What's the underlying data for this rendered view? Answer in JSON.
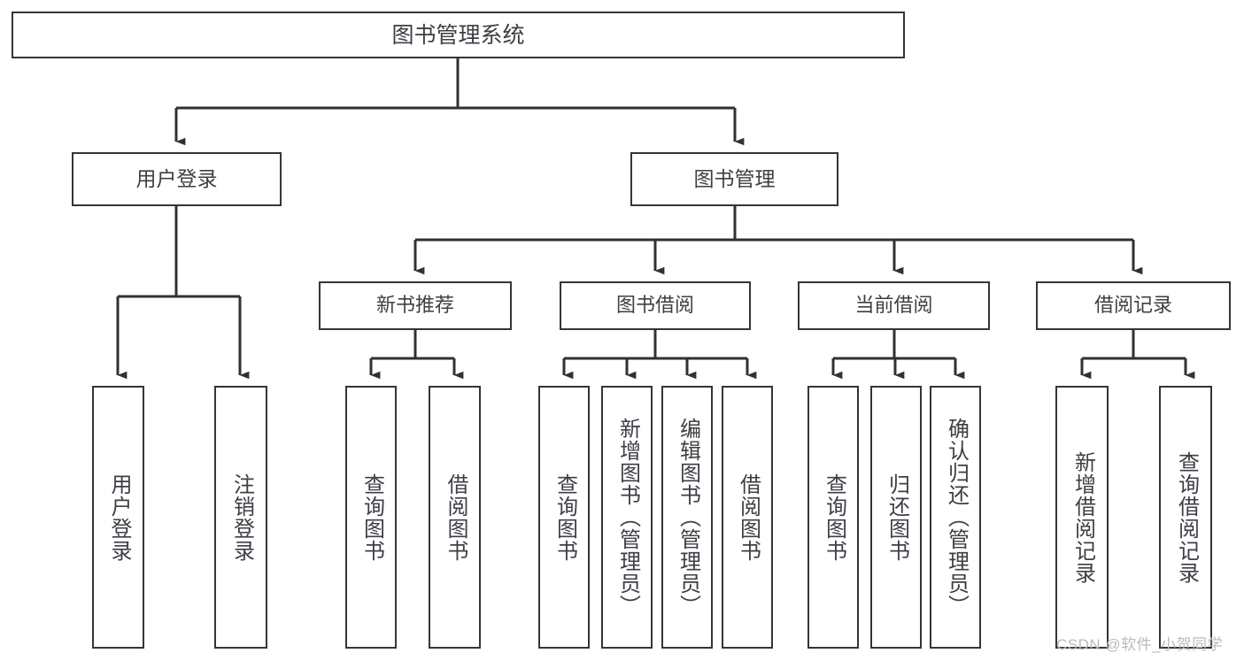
{
  "diagram": {
    "type": "tree-hierarchy",
    "title": "图书管理系统",
    "colors": {
      "border": "#33353a",
      "text": "#3c3f45",
      "background": "#ffffff",
      "connector": "#2f3136",
      "watermark": "#b9bbbe"
    },
    "root": {
      "label": "图书管理系统"
    },
    "level1": [
      {
        "label": "用户登录"
      },
      {
        "label": "图书管理"
      }
    ],
    "level2": [
      {
        "label": "新书推荐"
      },
      {
        "label": "图书借阅"
      },
      {
        "label": "当前借阅"
      },
      {
        "label": "借阅记录"
      }
    ],
    "leaves": {
      "user_login": [
        {
          "label": "用户登录"
        },
        {
          "label": "注销登录"
        }
      ],
      "new_book_recommend": [
        {
          "label": "查询图书"
        },
        {
          "label": "借阅图书"
        }
      ],
      "book_borrow": [
        {
          "label": "查询图书"
        },
        {
          "label": "新增图书（管理员）"
        },
        {
          "label": "编辑图书（管理员）"
        },
        {
          "label": "借阅图书"
        }
      ],
      "current_borrow": [
        {
          "label": "查询图书"
        },
        {
          "label": "归还图书"
        },
        {
          "label": "确认归还（管理员）"
        }
      ],
      "borrow_record": [
        {
          "label": "新增借阅记录"
        },
        {
          "label": "查询借阅记录"
        }
      ]
    },
    "watermark": "CSDN @软件_小贺同学"
  }
}
